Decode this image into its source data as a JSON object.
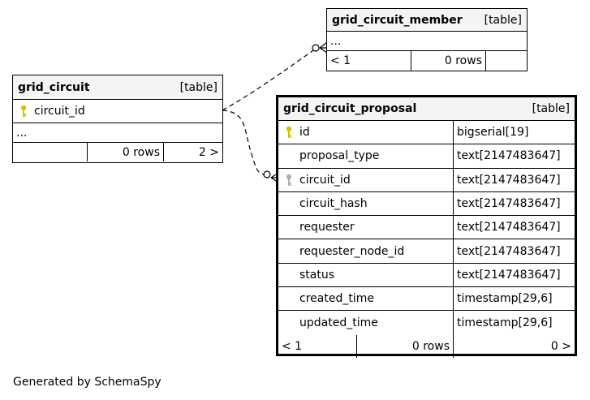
{
  "grid_circuit_member": {
    "name": "grid_circuit_member",
    "kind": "[table]",
    "ellipsis": "...",
    "footer": {
      "prev": "< 1",
      "rows": "0 rows",
      "next": ""
    }
  },
  "grid_circuit": {
    "name": "grid_circuit",
    "kind": "[table]",
    "column": "circuit_id",
    "ellipsis": "...",
    "footer": {
      "prev": "",
      "rows": "0 rows",
      "next": "2 >"
    }
  },
  "grid_circuit_proposal": {
    "name": "grid_circuit_proposal",
    "kind": "[table]",
    "columns": [
      {
        "name": "id",
        "type": "bigserial[19]",
        "key": "primary"
      },
      {
        "name": "proposal_type",
        "type": "text[2147483647]",
        "key": ""
      },
      {
        "name": "circuit_id",
        "type": "text[2147483647]",
        "key": "foreign"
      },
      {
        "name": "circuit_hash",
        "type": "text[2147483647]",
        "key": ""
      },
      {
        "name": "requester",
        "type": "text[2147483647]",
        "key": ""
      },
      {
        "name": "requester_node_id",
        "type": "text[2147483647]",
        "key": ""
      },
      {
        "name": "status",
        "type": "text[2147483647]",
        "key": ""
      },
      {
        "name": "created_time",
        "type": "timestamp[29,6]",
        "key": ""
      },
      {
        "name": "updated_time",
        "type": "timestamp[29,6]",
        "key": ""
      }
    ],
    "footer": {
      "prev": "< 1",
      "rows": "0 rows",
      "next": "0 >"
    }
  },
  "footer_text": "Generated by SchemaSpy",
  "colors": {
    "primary_key": "#d4c400",
    "foreign_key": "#b0b0b0",
    "header_bg": "#f4f4f4"
  }
}
